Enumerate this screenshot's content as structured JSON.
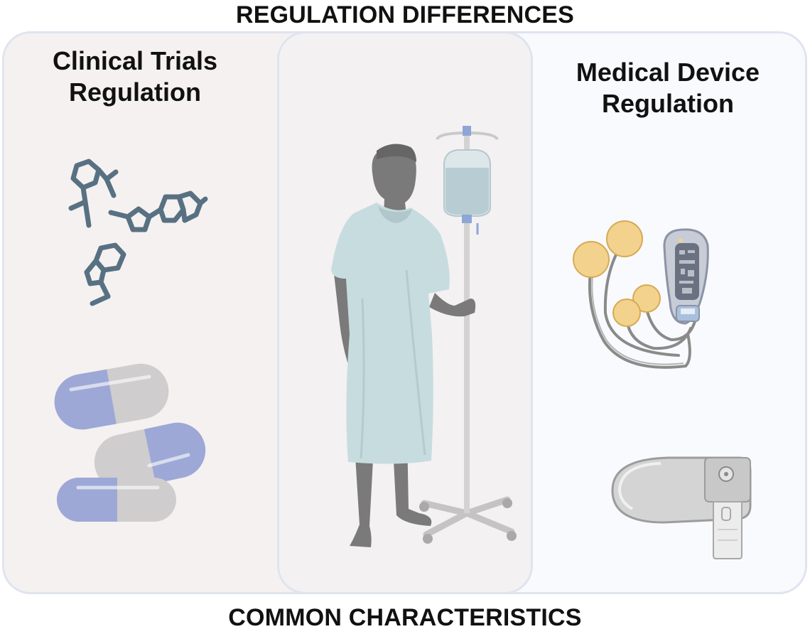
{
  "top_heading": "REGULATION DIFFERENCES",
  "bottom_heading": "COMMON CHARACTERISTICS",
  "left_panel": {
    "title_lines": [
      "Clinical Trials",
      "Regulation"
    ]
  },
  "right_panel": {
    "title_lines": [
      "Medical Device",
      "Regulation"
    ]
  },
  "icons": {
    "molecules": "chemical-structure-icon",
    "capsules": "pill-capsule-icon",
    "patient": "patient-with-iv-stand-icon",
    "device_leads": "neurostimulator-with-electrodes-icon",
    "implant": "implantable-device-icon"
  },
  "colors": {
    "molecule": "#587182",
    "capsule_blue": "#9da8d6",
    "capsule_gray": "#cfcdcd",
    "gown": "#c7dcdf",
    "skin": "#7a7a7a",
    "electrode": "#f2d28c",
    "panel_border": "#dfe4ef"
  }
}
